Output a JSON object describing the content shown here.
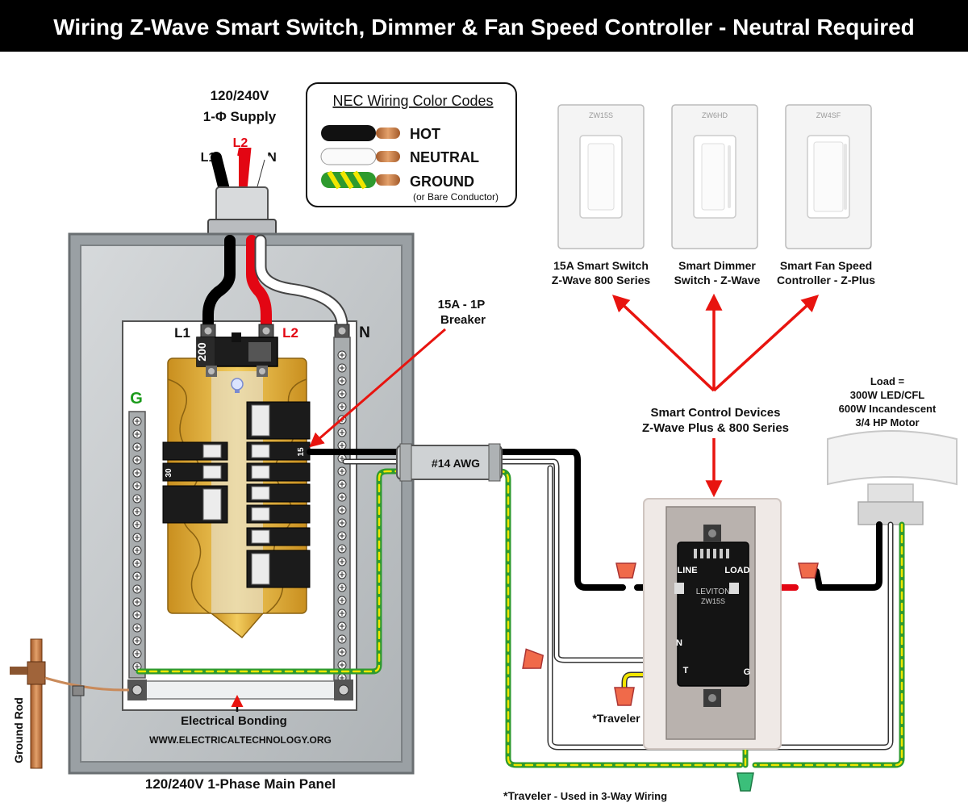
{
  "title": "Wiring Z-Wave Smart Switch, Dimmer & Fan Speed Controller - Neutral Required",
  "supply": {
    "voltage": "120/240V",
    "phase": "1-Φ Supply",
    "l1": "L1",
    "l2": "L2",
    "n": "N"
  },
  "legend": {
    "title": "NEC Wiring  Color Codes",
    "hot": "HOT",
    "neutral": "NEUTRAL",
    "ground": "GROUND",
    "ground_note": "(or Bare Conductor)"
  },
  "devices": [
    {
      "code": "ZW15S",
      "label_line1": "15A Smart Switch",
      "label_line2": "Z-Wave 800 Series"
    },
    {
      "code": "ZW6HD",
      "label_line1": "Smart Dimmer",
      "label_line2": "Switch - Z-Wave"
    },
    {
      "code": "ZW4SF",
      "label_line1": "Smart Fan Speed",
      "label_line2": "Controller - Z-Plus"
    }
  ],
  "smart_devices": {
    "line1": "Smart Control Devices",
    "line2": "Z-Wave Plus & 800 Series"
  },
  "load": {
    "line1": "Load =",
    "line2": "300W LED/CFL",
    "line3": "600W Incandescent",
    "line4": "3/4 HP Motor"
  },
  "panel": {
    "l1": "L1",
    "l2": "L2",
    "n": "N",
    "g": "G",
    "main_breaker": "200",
    "breaker_30": "30",
    "breaker_15": "15",
    "breaker_label_line1": "15A - 1P",
    "breaker_label_line2": "Breaker",
    "cable": "#14 AWG",
    "bonding": "Electrical Bonding",
    "website": "WWW.ELECTRICALTECHNOLOGY.ORG",
    "caption": "120/240V 1-Phase Main Panel",
    "ground_rod": "Ground Rod"
  },
  "switch": {
    "brand": "LEVITON",
    "model": "ZW15S",
    "line": "LINE",
    "load": "LOAD",
    "n": "N",
    "t": "T",
    "g": "G",
    "traveler": "*Traveler"
  },
  "footnote": {
    "traveler": "*Traveler",
    "text": " - Used in 3-Way Wiring"
  },
  "colors": {
    "hot": "#000000",
    "l2": "#e30613",
    "neutral": "#ffffff",
    "ground_green": "#2e9a2e",
    "ground_yellow": "#f2e600",
    "arrow": "#e8140f",
    "bus_gold": "#e5b43c",
    "panel_gray": "#c9ccce"
  }
}
